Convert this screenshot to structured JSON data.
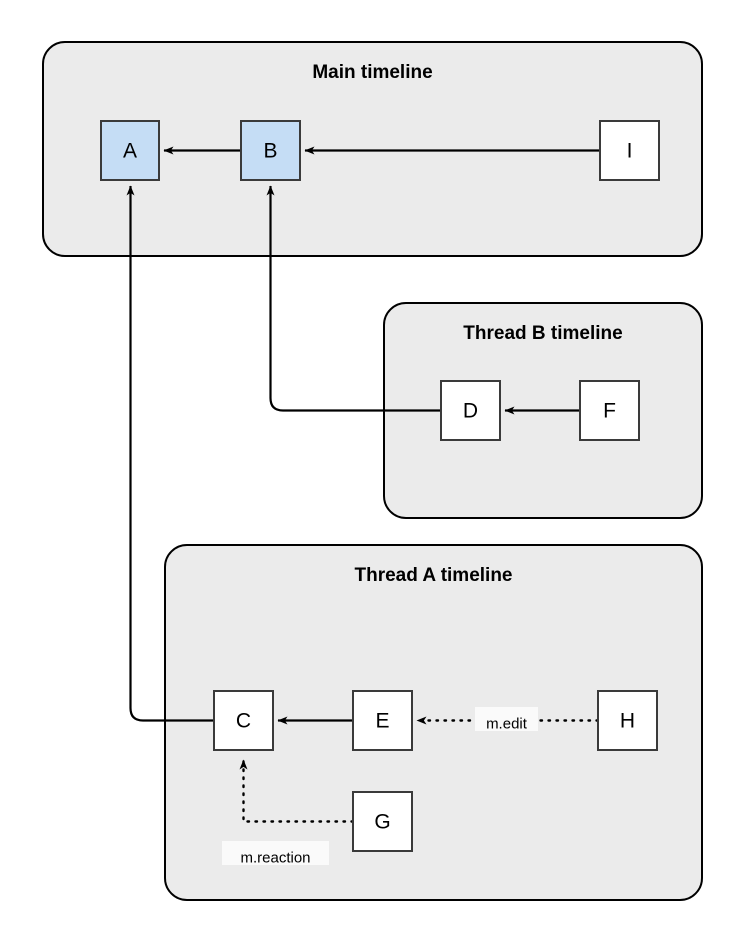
{
  "diagram": {
    "type": "matrix-event-dag",
    "background_color": "#ffffff",
    "group_fill": "#ebebeb",
    "group_stroke": "#000000",
    "highlight_fill": "#c5ddf5",
    "plain_fill": "#ffffff",
    "node_stroke": "#3a3a3a",
    "edge_color": "#000000"
  },
  "groups": [
    {
      "id": "main",
      "title": "Main timeline"
    },
    {
      "id": "thread_b",
      "title": "Thread B timeline"
    },
    {
      "id": "thread_a",
      "title": "Thread A timeline"
    }
  ],
  "nodes": [
    {
      "id": "A",
      "label": "A",
      "group": "main",
      "fill": "#c5ddf5"
    },
    {
      "id": "B",
      "label": "B",
      "group": "main",
      "fill": "#c5ddf5"
    },
    {
      "id": "I",
      "label": "I",
      "group": "main",
      "fill": "#ffffff"
    },
    {
      "id": "D",
      "label": "D",
      "group": "thread_b",
      "fill": "#ffffff"
    },
    {
      "id": "F",
      "label": "F",
      "group": "thread_b",
      "fill": "#ffffff"
    },
    {
      "id": "C",
      "label": "C",
      "group": "thread_a",
      "fill": "#ffffff"
    },
    {
      "id": "E",
      "label": "E",
      "group": "thread_a",
      "fill": "#ffffff"
    },
    {
      "id": "H",
      "label": "H",
      "group": "thread_a",
      "fill": "#ffffff"
    },
    {
      "id": "G",
      "label": "G",
      "group": "thread_a",
      "fill": "#ffffff"
    }
  ],
  "edges": [
    {
      "from": "B",
      "to": "A",
      "style": "solid",
      "label": ""
    },
    {
      "from": "I",
      "to": "B",
      "style": "solid",
      "label": ""
    },
    {
      "from": "F",
      "to": "D",
      "style": "solid",
      "label": ""
    },
    {
      "from": "D",
      "to": "B",
      "style": "solid",
      "label": ""
    },
    {
      "from": "E",
      "to": "C",
      "style": "solid",
      "label": ""
    },
    {
      "from": "C",
      "to": "A",
      "style": "solid",
      "label": ""
    },
    {
      "from": "H",
      "to": "E",
      "style": "dotted",
      "label": "m.edit"
    },
    {
      "from": "G",
      "to": "C",
      "style": "dotted",
      "label": "m.reaction"
    }
  ],
  "edge_labels": [
    {
      "id": "m-edit",
      "text": "m.edit"
    },
    {
      "id": "m-reaction",
      "text": "m.reaction"
    }
  ]
}
